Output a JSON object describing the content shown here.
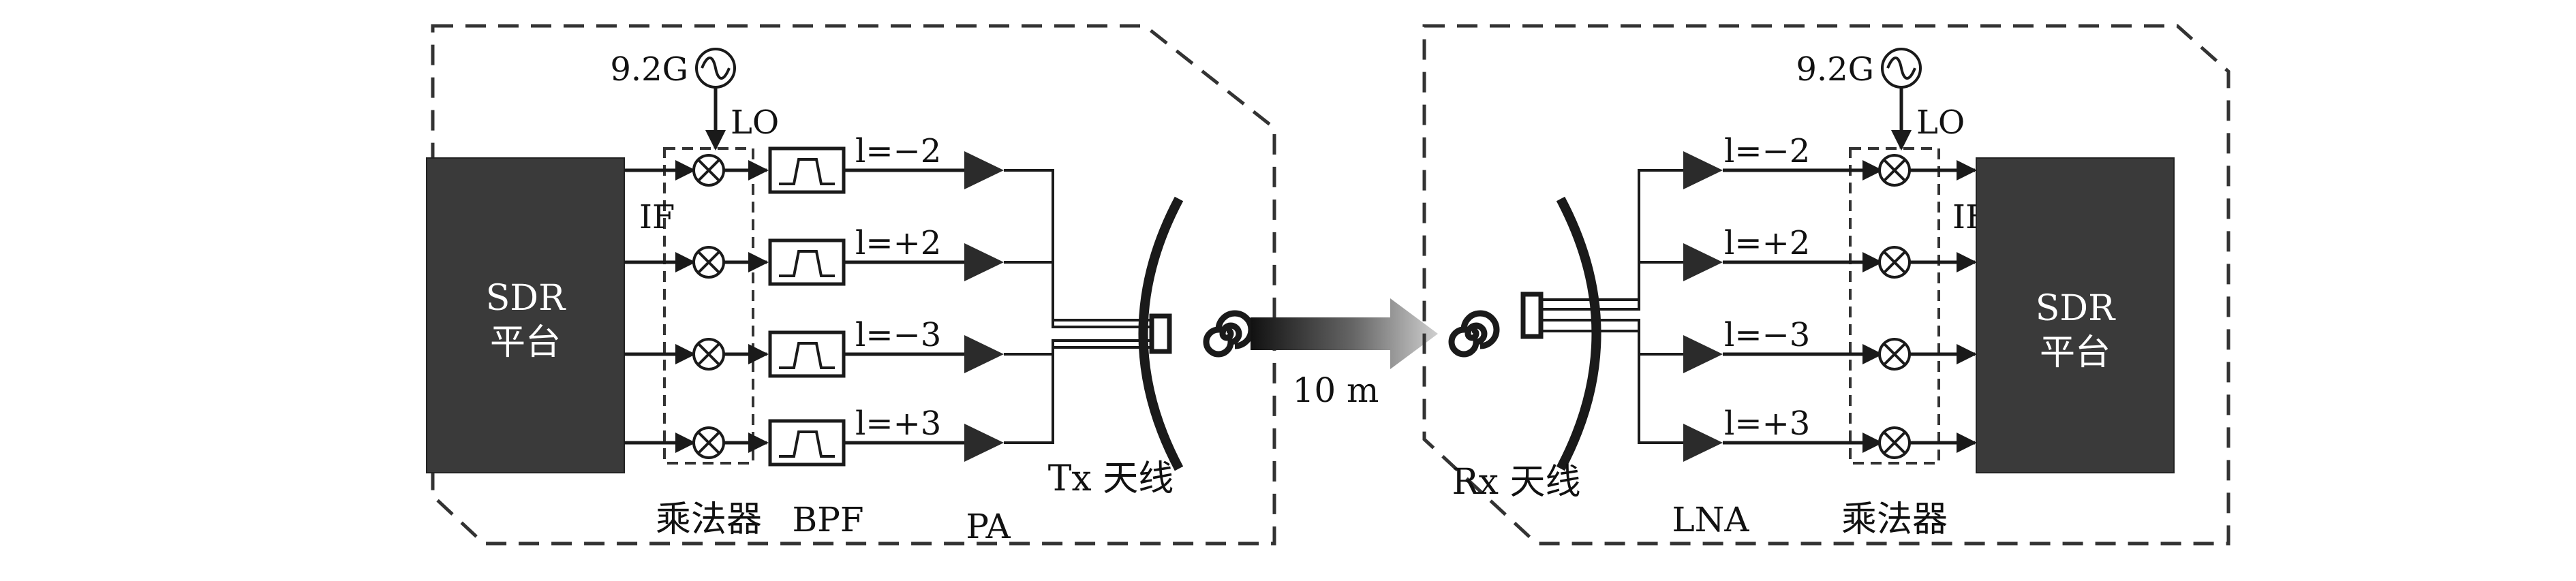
{
  "tx": {
    "lo_freq": "9.2G",
    "lo_label": "LO",
    "if_label": "IF",
    "sdr_line1": "SDR",
    "sdr_line2": "平台",
    "mode_labels": [
      "l=−2",
      "l=+2",
      "l=−3",
      "l=+3"
    ],
    "mixer_caption": "乘法器",
    "bpf_caption": "BPF",
    "pa_caption": "PA",
    "antenna_caption": "Tx 天线"
  },
  "link": {
    "distance": "10 m"
  },
  "rx": {
    "lo_freq": "9.2G",
    "lo_label": "LO",
    "if_label": "IF",
    "sdr_line1": "SDR",
    "sdr_line2": "平台",
    "mode_labels": [
      "l=−2",
      "l=+2",
      "l=−3",
      "l=+3"
    ],
    "mixer_caption": "乘法器",
    "lna_caption": "LNA",
    "antenna_caption": "Rx 天线"
  },
  "colors": {
    "sdr_box": "#3a3a3a",
    "line": "#1a1a1a",
    "amplifier": "#2b2b2b"
  }
}
